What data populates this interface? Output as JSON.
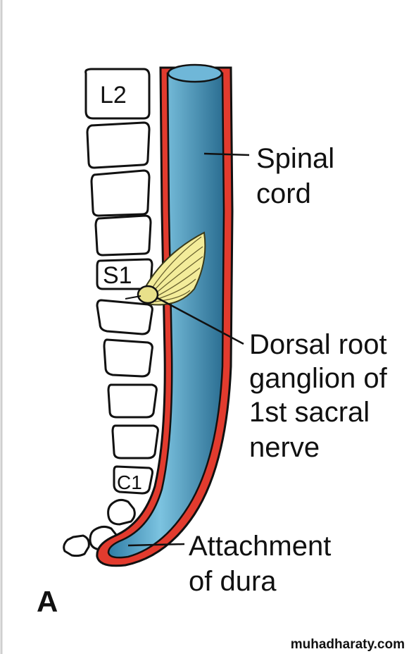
{
  "vertebrae": {
    "l2": "L2",
    "s1": "S1",
    "c1": "C1"
  },
  "labels": {
    "spinal_cord": [
      "Spinal",
      "cord"
    ],
    "dorsal_root": [
      "Dorsal root",
      "ganglion of",
      "1st sacral",
      "nerve"
    ],
    "attachment": [
      "Attachment",
      "of dura"
    ]
  },
  "panel_label": "A",
  "watermark": "muhadharaty.com",
  "colors": {
    "cord": "#4f9fc4",
    "cord_dark": "#2e6f92",
    "dura": "#e23b2e",
    "ganglion": "#f3ec9a",
    "outline": "#111111"
  }
}
